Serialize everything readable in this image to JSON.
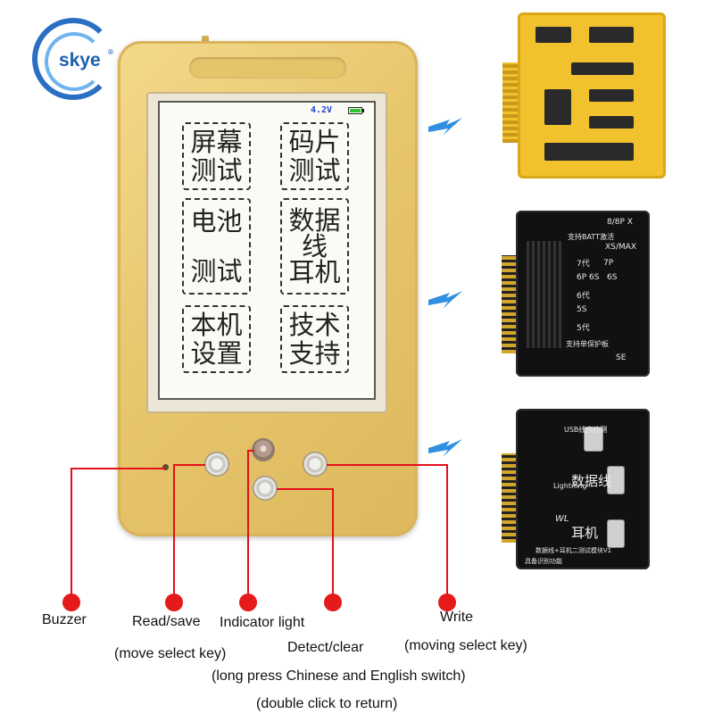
{
  "brand": {
    "name": "skye",
    "reg_mark": "®"
  },
  "device": {
    "battery_voltage": "4.2V",
    "menu": [
      {
        "lines": [
          "屏幕",
          "测试"
        ]
      },
      {
        "lines": [
          "码片",
          "测试"
        ]
      },
      {
        "lines": [
          "电池",
          "测试"
        ]
      },
      {
        "lines": [
          "数据",
          "线",
          "耳机"
        ]
      },
      {
        "lines": [
          "本机",
          "设置"
        ]
      },
      {
        "lines": [
          "技术",
          "支持"
        ]
      }
    ]
  },
  "callouts": {
    "buzzer": "Buzzer",
    "read_save": "Read/save",
    "read_save_note": "(move select key)",
    "indicator": "Indicator light",
    "detect_clear": "Detect/clear",
    "detect_note_1": "(long press Chinese and English switch)",
    "detect_note_2": "(double click to return)",
    "write": "Write",
    "write_note": "(moving select key)"
  },
  "boards": {
    "battery_board": {
      "labels": [
        "支持BATT激活",
        "8/8P X",
        "XS/MAX",
        "7代",
        "7P",
        "6P 6S",
        "6S",
        "6代",
        "5S",
        "5代",
        "支持单保护板",
        "SE"
      ]
    },
    "data_board": {
      "labels": [
        "USB线序检测",
        "数据线",
        "耳机",
        "Lightning",
        "数据线+耳机二测试模块V1",
        "具备识别功能",
        "WL"
      ]
    }
  },
  "colors": {
    "device_gold": "#e8c66d",
    "callout_red": "#e51a1a",
    "logo_blue": "#1d5fae"
  }
}
